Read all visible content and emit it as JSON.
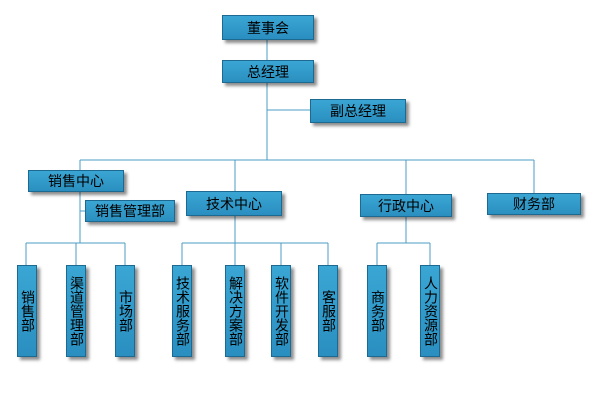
{
  "diagram": {
    "colors": {
      "box": "#2f97c8",
      "line": "#4c9cc4",
      "text": "#000000"
    },
    "nodes": {
      "board": "董事会",
      "gm": "总经理",
      "vice_gm": "副总经理",
      "sales_center": "销售中心",
      "sales_mgmt": "销售管理部",
      "tech_center": "技术中心",
      "admin_center": "行政中心",
      "finance": "财务部",
      "sales_dept": "销售部",
      "channel_mgmt": "渠道管理部",
      "market": "市场部",
      "tech_service": "技术服务部",
      "solution": "解决方案部",
      "software_dev": "软件开发部",
      "customer_service": "客服部",
      "business": "商务部",
      "hr": "人力资源部"
    }
  }
}
